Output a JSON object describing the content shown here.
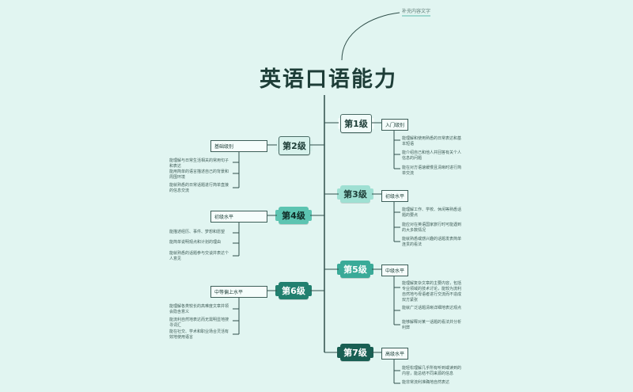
{
  "title": "英语口语能力",
  "top_note": "补充内容文字",
  "levels": [
    {
      "label": "第1级",
      "category": "入门级别",
      "items": [
        "能理解和使用熟悉的日常表达和基本短语",
        "能介绍自己和他人并回答有关个人信息的问题",
        "能在对方语速缓慢且清晰时进行简单交流"
      ]
    },
    {
      "label": "第2级",
      "category": "基础级别",
      "items": [
        "能理解与日常生活相关的常用句子和表达",
        "能用简单的语言描述自己的背景和周围环境",
        "能就熟悉的日常话题进行简单直接的信息交流"
      ]
    },
    {
      "label": "第3级",
      "category": "初级水平",
      "items": [
        "能理解工作、学校、休闲等熟悉话题的要点",
        "能应对在英语国家旅行时可能遇到的大多数情况",
        "能就熟悉或感兴趣的话题发表简单连贯的看法"
      ]
    },
    {
      "label": "第4级",
      "category": "初级水平",
      "items": [
        "能描述经历、事件、梦想和愿望",
        "能简单说明观点和计划的理由",
        "能就熟悉的话题参与交谈并表达个人意见"
      ]
    },
    {
      "label": "第5级",
      "category": "中级水平",
      "items": [
        "能理解复杂文章的主要内容，包括专业领域的技术讨论，能较为流利自然地与母语者进行交流而不造成双方紧张",
        "能就广泛话题清晰详细地表达观点",
        "能够解释对某一话题的看法并分析利弊"
      ]
    },
    {
      "label": "第6级",
      "category": "中等偏上水平",
      "items": [
        "能理解各类较长的高难度文章并领会隐含意义",
        "能流利自然地表达而无需明显地搜寻词汇",
        "能在社交、学术和职业场合灵活有效地使用语言"
      ]
    },
    {
      "label": "第7级",
      "category": "高级水平",
      "items": [
        "能轻松理解几乎所有听到或读到的内容，能总结不同来源的信息",
        "能非常流利准确地自然表达"
      ]
    }
  ],
  "colors": {
    "background": "#e1f5f1",
    "line": "#2f4f4a",
    "level_fills": [
      "#f1fbf9",
      "#d7f2ec",
      "#9fe0d3",
      "#5cc4b1",
      "#3aaa98",
      "#22806f",
      "#195f53"
    ]
  }
}
